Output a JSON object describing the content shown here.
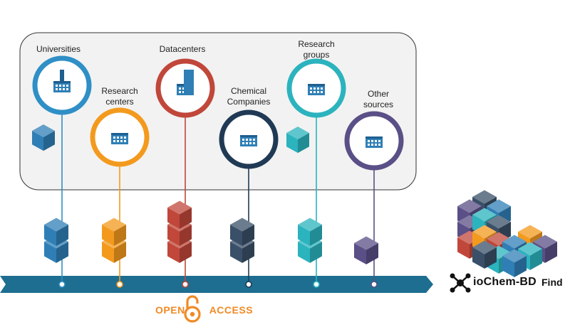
{
  "sources": [
    {
      "id": "universities",
      "label": "Universities",
      "ring": "#2f8fc6",
      "stack": "#2f7fb6",
      "stack_count": 2
    },
    {
      "id": "research-centers",
      "label": "Research\ncenters",
      "ring": "#f39a1e",
      "stack": "#f39a1e",
      "stack_count": 2
    },
    {
      "id": "datacenters",
      "label": "Datacenters",
      "ring": "#c0473a",
      "stack": "#c0473a",
      "stack_count": 3
    },
    {
      "id": "chemical-companies",
      "label": "Chemical\nCompanies",
      "ring": "#203a55",
      "stack": "#3a5068",
      "stack_count": 2
    },
    {
      "id": "research-groups",
      "label": "Research\ngroups",
      "ring": "#2bb3be",
      "stack": "#2bb3be",
      "stack_count": 2
    },
    {
      "id": "other-sources",
      "label": "Other\nsources",
      "ring": "#5a4f86",
      "stack": "#5a4f86",
      "stack_count": 1
    }
  ],
  "open_access": {
    "left": "OPEN",
    "right": "ACCESS",
    "color": "#f08a24"
  },
  "brand": {
    "name": "ioChem-BD",
    "suffix": "Find"
  },
  "colors": {
    "timeline": "#1d6e90",
    "panel_fill": "#f2f2f2",
    "panel_stroke": "#333333"
  }
}
